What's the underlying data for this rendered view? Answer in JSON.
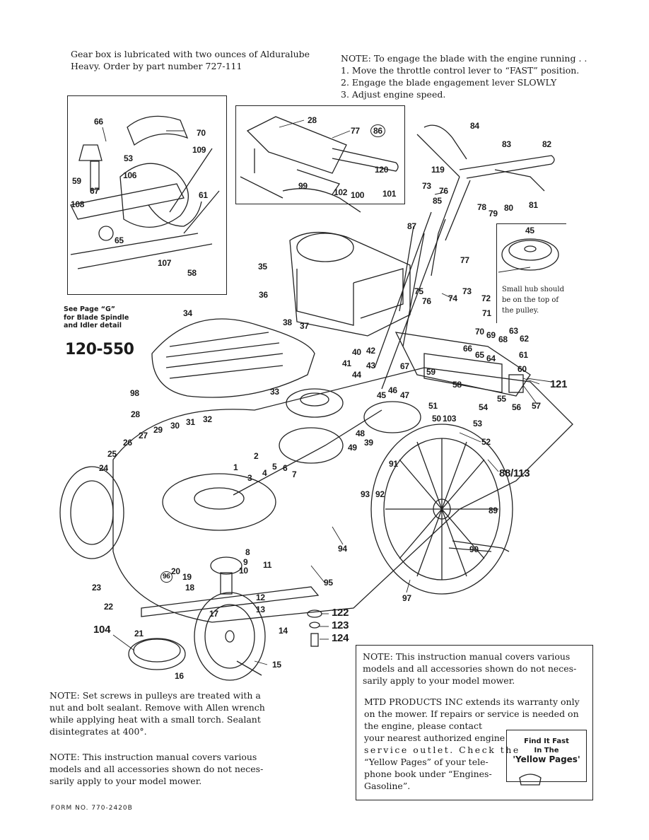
{
  "header": {
    "gearbox_note": [
      "Gear box is lubricated with two ounces of Alduralube",
      "Heavy. Order by part number 727-111"
    ],
    "engage_note": [
      "NOTE: To engage the blade with the engine running . .",
      "1. Move the throttle control lever to “FAST” position.",
      "2. Engage the blade engagement lever SLOWLY",
      "3. Adjust engine speed."
    ]
  },
  "side_notes": {
    "see_page": [
      "See Page “G”",
      "for Blade Spindle",
      "and Idler detail"
    ],
    "model": "120-550",
    "small_hub": [
      "Small hub should",
      "be on the top of",
      "the pulley."
    ]
  },
  "bottom_left": {
    "setscrew_note": [
      "NOTE: Set screws in pulleys are treated with a",
      "nut and bolt sealant. Remove with Allen wrench",
      "while applying heat with a small torch. Sealant",
      "disintegrates at 400°."
    ],
    "manual_note": [
      "NOTE: This instruction manual covers various",
      "models and all accessories shown do not neces-",
      "sarily apply to your model mower."
    ],
    "form_no": "FORM NO. 770-2420B"
  },
  "bottom_right": {
    "manual_note": [
      "NOTE: This instruction manual covers various",
      "models and all accessories shown do not neces-",
      "sarily apply to your model mower."
    ],
    "warranty_lines": [
      "MTD PRODUCTS INC extends its warranty only",
      "on the mower. If repairs or service is needed on",
      "the engine, please contact",
      "your nearest authorized engine",
      "service outlet. Check the",
      "“Yellow Pages” of your tele-",
      "phone book under “Engines-",
      "Gasoline”."
    ],
    "yellow_pages": [
      "Find It Fast",
      "In The",
      "'Yellow Pages'"
    ]
  },
  "part_numbers": {
    "inset_left": [
      "66",
      "70",
      "53",
      "109",
      "59",
      "106",
      "67",
      "61",
      "108",
      "65",
      "107",
      "58"
    ],
    "inset_top": [
      "28",
      "77",
      "86",
      "120",
      "99",
      "102",
      "100",
      "101"
    ],
    "inset_right": [
      "45"
    ],
    "handle": [
      "84",
      "83",
      "82",
      "119",
      "73",
      "76",
      "85",
      "78",
      "79",
      "80",
      "81",
      "87",
      "77"
    ],
    "main": [
      "35",
      "36",
      "34",
      "38",
      "37",
      "75",
      "74",
      "73",
      "72",
      "76",
      "71",
      "70",
      "69",
      "68",
      "63",
      "62",
      "66",
      "65",
      "64",
      "61",
      "60",
      "121",
      "40",
      "42",
      "41",
      "43",
      "44",
      "67",
      "59",
      "58",
      "55",
      "56",
      "57",
      "45",
      "46",
      "47",
      "51",
      "54",
      "50",
      "103",
      "53",
      "52",
      "48",
      "39",
      "49",
      "91",
      "88/113",
      "93",
      "92",
      "89",
      "90",
      "98",
      "28",
      "33",
      "30",
      "31",
      "32",
      "29",
      "27",
      "26",
      "25",
      "24",
      "1",
      "2",
      "3",
      "4",
      "5",
      "6",
      "7",
      "94",
      "8",
      "9",
      "11",
      "10",
      "20",
      "96",
      "19",
      "18",
      "12",
      "13",
      "95",
      "97",
      "23",
      "22",
      "17",
      "14",
      "104",
      "21",
      "16",
      "15",
      "122",
      "123",
      "124"
    ]
  }
}
